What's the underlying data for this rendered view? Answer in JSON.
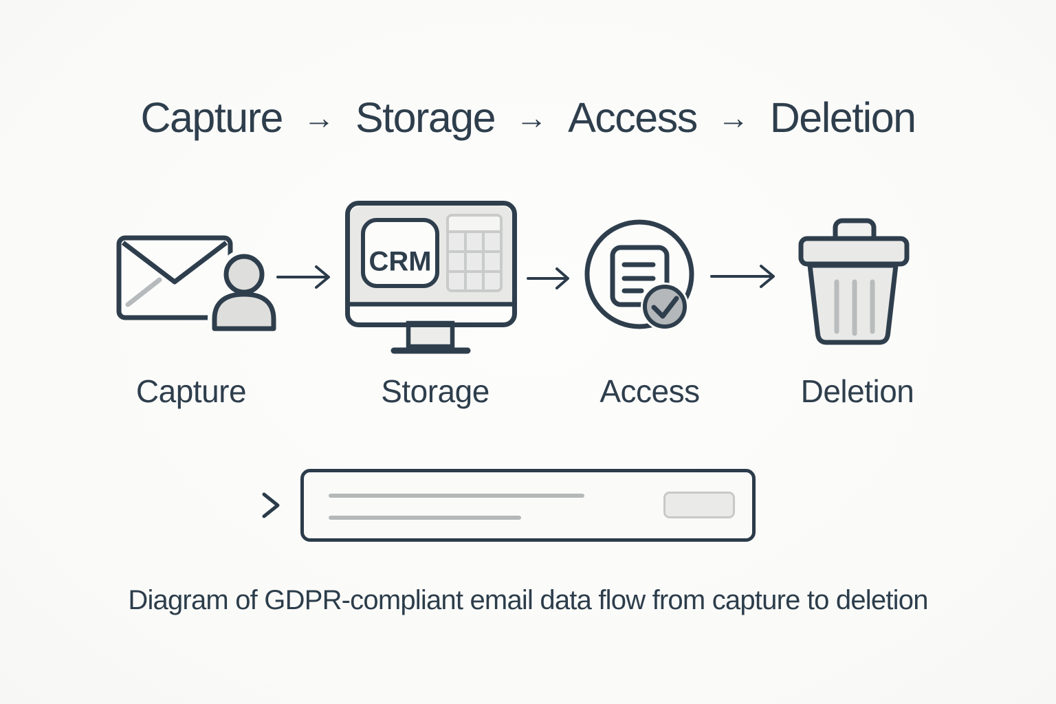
{
  "palette": {
    "ink": "#2e3e4c",
    "light_fill": "#e9e9e7",
    "mid_gray": "#b6b9bb",
    "background": "#fbfbf9"
  },
  "title": {
    "steps": [
      "Capture",
      "Storage",
      "Access",
      "Deletion"
    ],
    "separator": "→"
  },
  "flow": [
    {
      "label": "Capture",
      "icon": "email-with-person-icon"
    },
    {
      "label": "Storage",
      "icon": "crm-monitor-icon",
      "screen_text": "CRM"
    },
    {
      "label": "Access",
      "icon": "document-check-icon"
    },
    {
      "label": "Deletion",
      "icon": "trash-can-icon"
    }
  ],
  "caption": "Diagram of GDPR-compliant email data flow from capture to deletion"
}
